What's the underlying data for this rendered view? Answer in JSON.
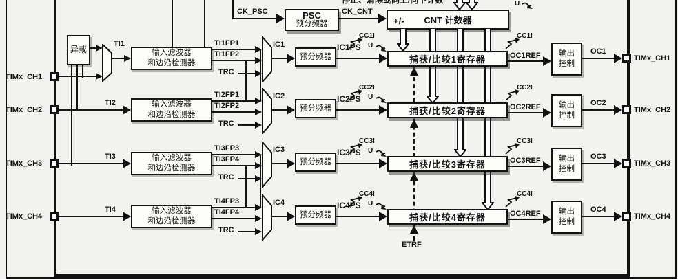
{
  "top": {
    "clipped_text": "停止、清除或向上/向下计数",
    "ck_psc_label": "CK_PSC",
    "psc_title": "PSC",
    "psc_subtitle": "预分频器",
    "ck_cnt_label": "CK_CNT",
    "cnt_sign": "+/-",
    "cnt_label": "CNT 计数器",
    "update_label": "U"
  },
  "xor_label": "异或",
  "etrf_label": "ETRF",
  "channels": [
    {
      "pin_left": "TIMx_CH1",
      "ti_label": "TI1",
      "filter_line1": "输入滤波器",
      "filter_line2": "和边沿检测器",
      "fp1_label": "TI1FP1",
      "fp2_label": "TI1FP2",
      "trc_label": "TRC",
      "ic_label": "IC1",
      "prescaler_label": "预分频器",
      "icps_label": "IC1PS",
      "cc_left_label": "CC1I",
      "update_label": "U",
      "register_label": "捕获/比较1寄存器",
      "cc_right_label": "CC1I",
      "ocref_label": "OC1REF",
      "outctrl_line1": "输出",
      "outctrl_line2": "控制",
      "oc_label": "OC1",
      "pin_right": "TIMx_CH1"
    },
    {
      "pin_left": "TIMx_CH2",
      "ti_label": "TI2",
      "filter_line1": "输入滤波器",
      "filter_line2": "和边沿检测器",
      "fp1_label": "TI2FP1",
      "fp2_label": "TI2FP2",
      "trc_label": "TRC",
      "ic_label": "IC2",
      "prescaler_label": "预分频器",
      "icps_label": "IC2PS",
      "cc_left_label": "CC2I",
      "update_label": "U",
      "register_label": "捕获/比较2寄存器",
      "cc_right_label": "CC2I",
      "ocref_label": "OC2REF",
      "outctrl_line1": "输出",
      "outctrl_line2": "控制",
      "oc_label": "OC2",
      "pin_right": "TIMx_CH2"
    },
    {
      "pin_left": "TIMx_CH3",
      "ti_label": "TI3",
      "filter_line1": "输入滤波器",
      "filter_line2": "和边沿检测器",
      "fp1_label": "TI3FP3",
      "fp2_label": "TI3FP4",
      "trc_label": "TRC",
      "ic_label": "IC3",
      "prescaler_label": "预分频器",
      "icps_label": "IC3PS",
      "cc_left_label": "CC3I",
      "update_label": "U",
      "register_label": "捕获/比较3寄存器",
      "cc_right_label": "CC3I",
      "ocref_label": "OC3REF",
      "outctrl_line1": "输出",
      "outctrl_line2": "控制",
      "oc_label": "OC3",
      "pin_right": "TIMx_CH3"
    },
    {
      "pin_left": "TIMx_CH4",
      "ti_label": "TI4",
      "filter_line1": "输入滤波器",
      "filter_line2": "和边沿检测器",
      "fp1_label": "TI4FP3",
      "fp2_label": "TI4FP4",
      "trc_label": "TRC",
      "ic_label": "IC4",
      "prescaler_label": "预分频器",
      "icps_label": "IC4PS",
      "cc_left_label": "CC4I",
      "update_label": "U",
      "register_label": "捕获/比较4寄存器",
      "cc_right_label": "CC4I",
      "ocref_label": "OC4REF",
      "outctrl_line1": "输出",
      "outctrl_line2": "控制",
      "oc_label": "OC4",
      "pin_right": "TIMx_CH4"
    }
  ]
}
